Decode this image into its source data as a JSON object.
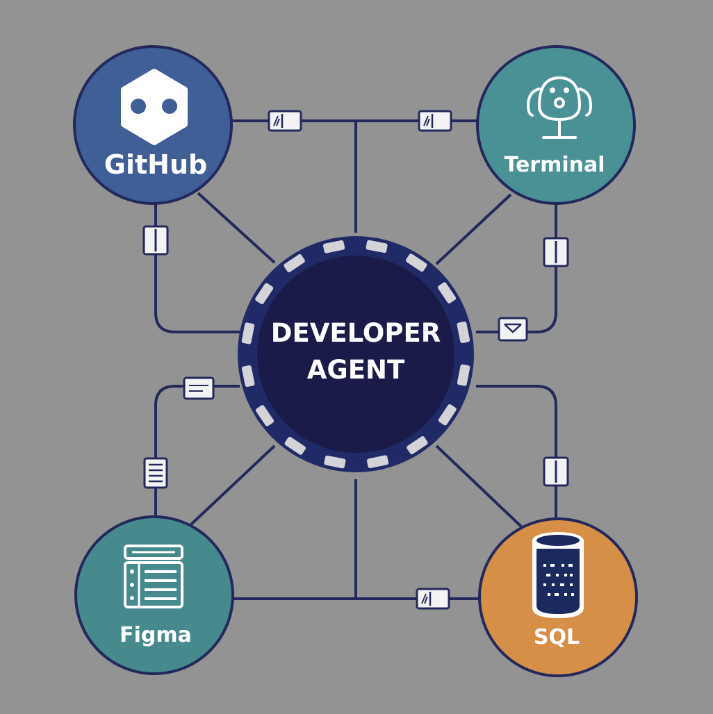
{
  "colors": {
    "background": "#939393",
    "line": "#23285c",
    "hub_outer": "#1f2a66",
    "hub_inner": "#1b1b4a",
    "github": "#3f5f96",
    "terminal": "#4a9196",
    "figma": "#468a8e",
    "sql": "#d58f47",
    "connector_fill": "#f3f3f3",
    "tooth": "#d4d4d8"
  },
  "hub": {
    "line1": "DEVELOPER",
    "line2": "AGENT"
  },
  "nodes": {
    "github": {
      "label": "GitHub",
      "icon": "github-hexagon-icon"
    },
    "terminal": {
      "label": "Terminal",
      "icon": "robot-icon"
    },
    "figma": {
      "label": "Figma",
      "icon": "layout-list-icon"
    },
    "sql": {
      "label": "SQL",
      "icon": "database-icon"
    }
  },
  "connectors": [
    {
      "id": "top-left",
      "icon": "panel-icon"
    },
    {
      "id": "top-right",
      "icon": "panel-icon"
    },
    {
      "id": "left-upper",
      "icon": "double-panel-icon"
    },
    {
      "id": "right-upper",
      "icon": "double-panel-icon"
    },
    {
      "id": "right-mid",
      "icon": "envelope-icon"
    },
    {
      "id": "left-mid",
      "icon": "panel-icon"
    },
    {
      "id": "left-lower",
      "icon": "list-icon"
    },
    {
      "id": "right-lower",
      "icon": "double-panel-icon"
    },
    {
      "id": "bottom",
      "icon": "panel-icon"
    }
  ]
}
